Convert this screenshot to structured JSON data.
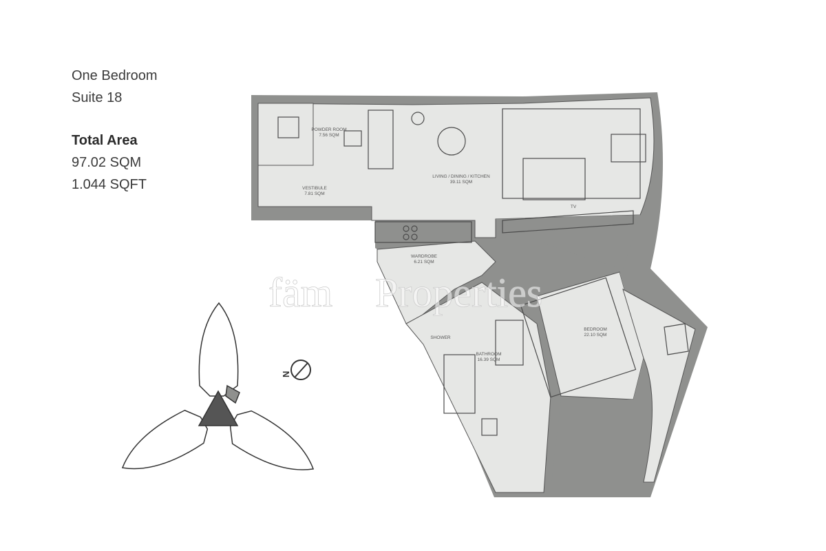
{
  "unit": {
    "type": "One Bedroom",
    "suite": "Suite 18",
    "total_area_label": "Total Area",
    "area_sqm": "97.02 SQM",
    "area_sqft": "1.044 SQFT"
  },
  "rooms": [
    {
      "name": "POWDER ROOM",
      "area": "7.56 SQM"
    },
    {
      "name": "VESTIBULE",
      "area": "7.81 SQM"
    },
    {
      "name": "LIVING / DINING / KITCHEN",
      "area": "39.11 SQM"
    },
    {
      "name": "WARDROBE",
      "area": "6.21 SQM"
    },
    {
      "name": "SHOWER",
      "area": ""
    },
    {
      "name": "BATHROOM",
      "area": "16.39 SQM"
    },
    {
      "name": "BEDROOM",
      "area": "22.10 SQM"
    }
  ],
  "labels": {
    "tv": "TV",
    "north": "N"
  },
  "watermark": {
    "brand1": "fäm",
    "brand2": "Properties"
  },
  "colors": {
    "wall": "#8f908e",
    "floor": "#e6e7e5",
    "line": "#4a4a4a"
  }
}
